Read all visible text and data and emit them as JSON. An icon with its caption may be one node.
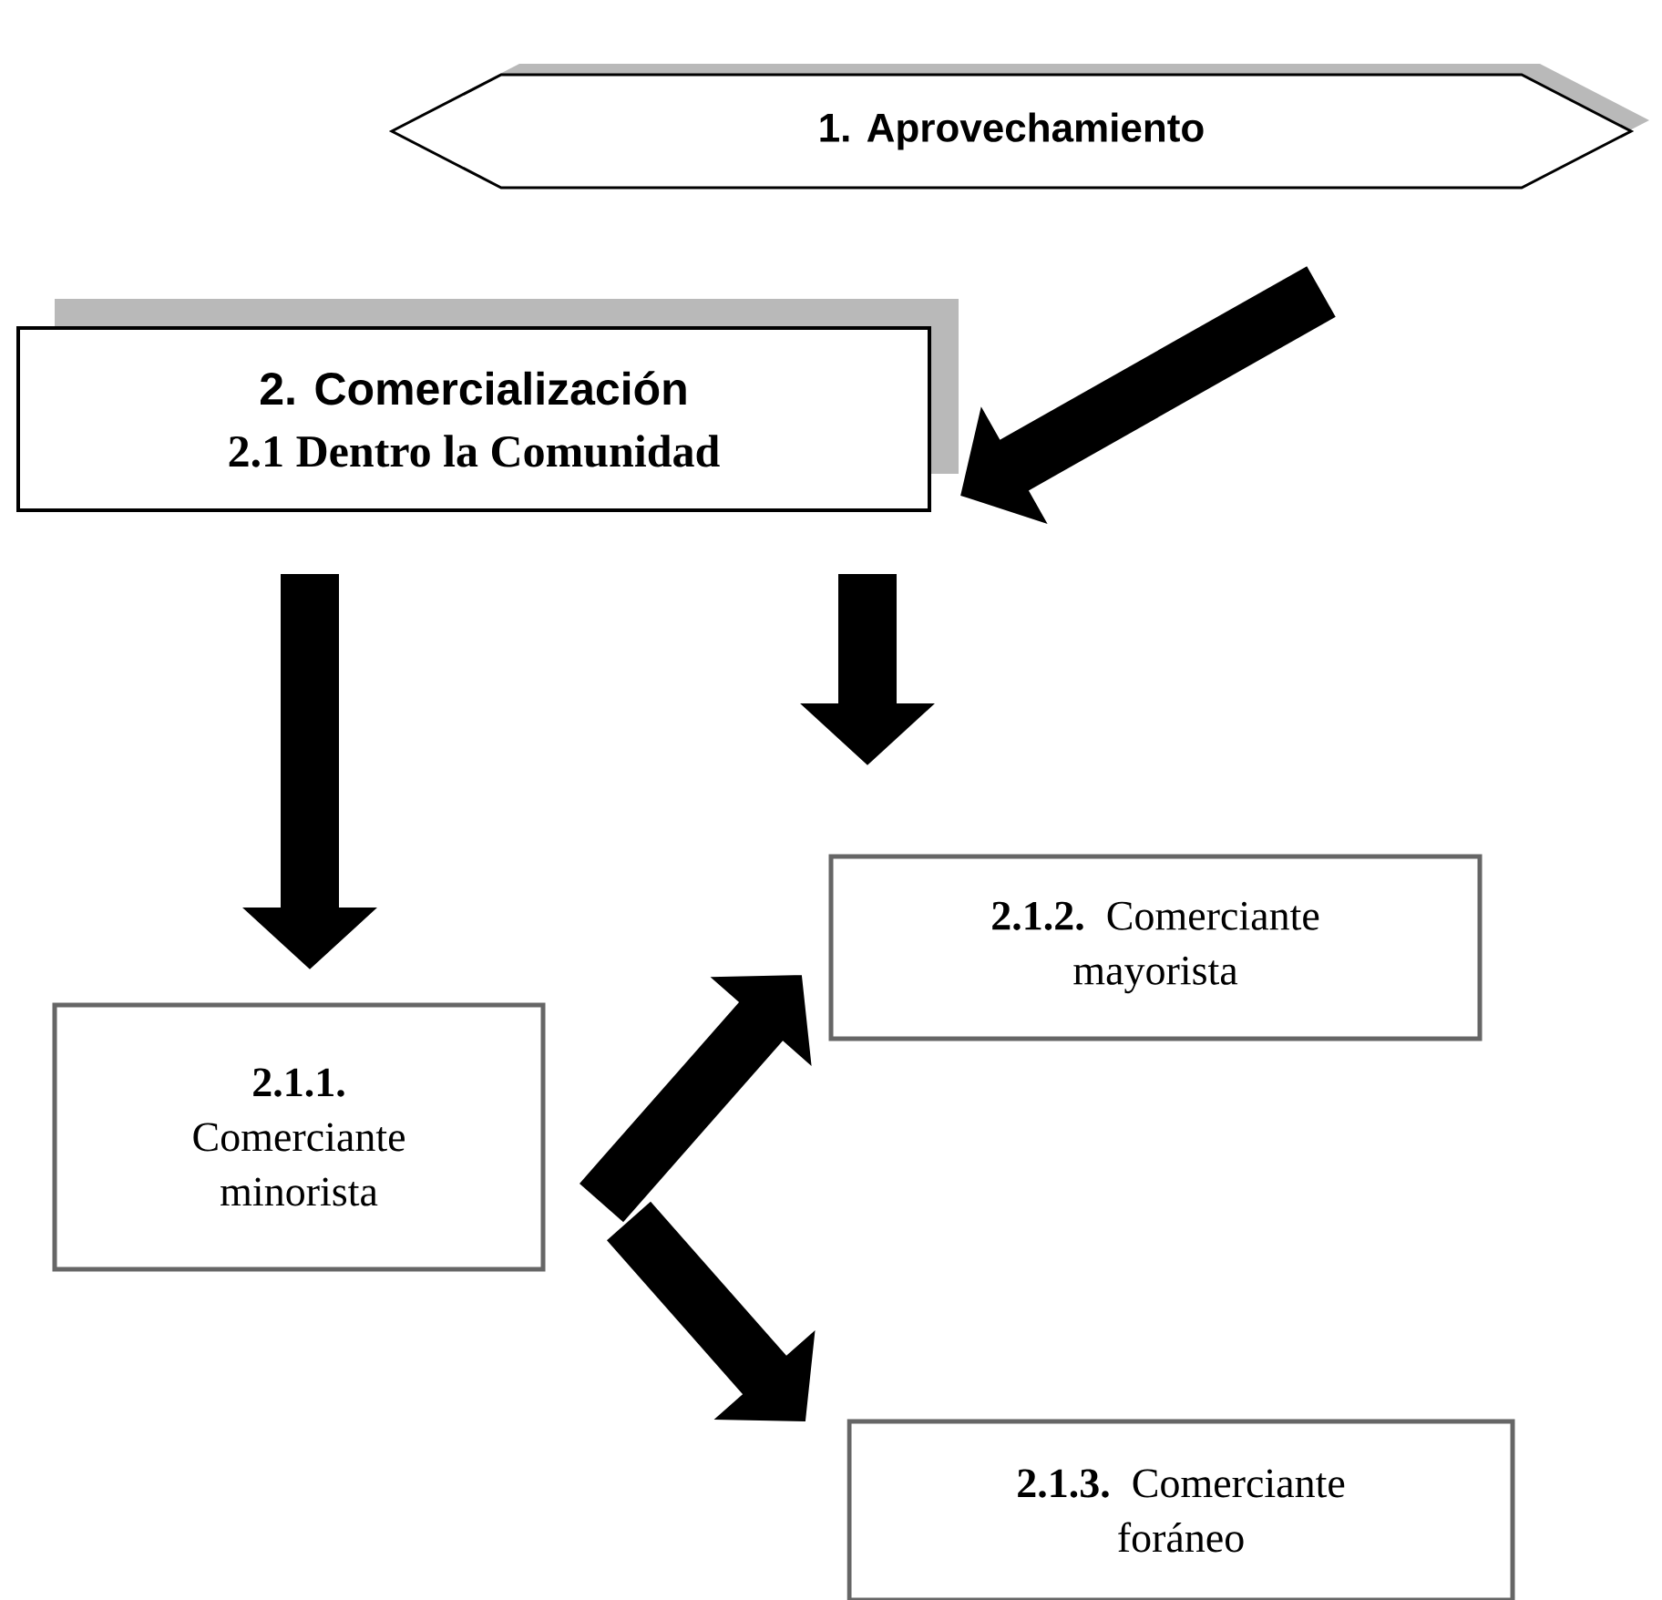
{
  "diagram": {
    "nodes": [
      {
        "text": [
          "1.  Aprovechamiento"
        ]
      },
      {
        "text": [
          "2. Comercialización",
          "2.1 Dentro la Comunidad"
        ]
      },
      {
        "text": [
          "**2.1.1.** Comerciante minorista"
        ]
      },
      {
        "text": [
          "**2.1.2.** Comerciante mayorista"
        ]
      },
      {
        "text": [
          "**2.1.3.** Comerciante foráneo"
        ]
      }
    ],
    "edges": [
      {
        "from": 0,
        "to": 1,
        "arrow": "to"
      },
      {
        "from": 1,
        "to": 2,
        "arrow": "to"
      },
      {
        "from": 1,
        "to": 3,
        "arrow": "to"
      },
      {
        "from": 2,
        "to": 3,
        "arrow": "to"
      },
      {
        "from": 2,
        "to": 4,
        "arrow": "to"
      }
    ]
  }
}
